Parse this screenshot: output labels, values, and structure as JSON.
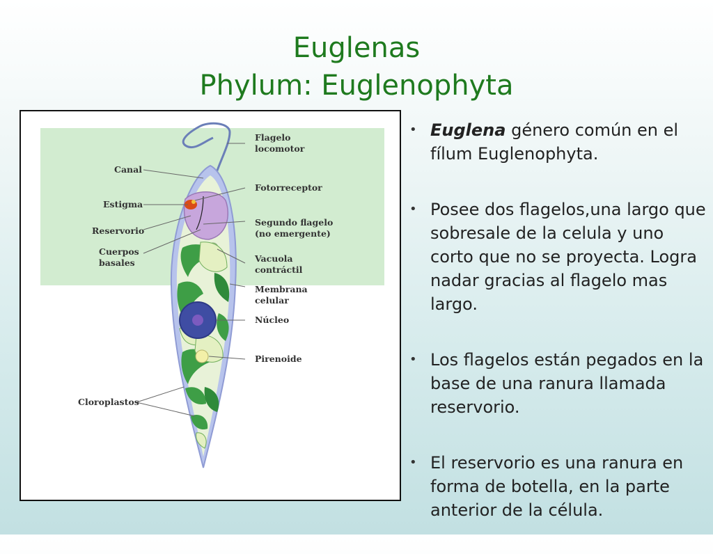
{
  "slide": {
    "title_line1": "Euglenas",
    "title_line2": "Phylum: Euglenophyta"
  },
  "diagram": {
    "labels": {
      "flagelo_locomotor": [
        "Flagelo",
        "locomotor"
      ],
      "canal": "Canal",
      "fotorreceptor": "Fotorreceptor",
      "estigma": "Estigma",
      "reservorio": "Reservorio",
      "segundo_flagelo": [
        "Segundo flagelo",
        "(no emergente)"
      ],
      "cuerpos_basales": [
        "Cuerpos",
        "basales"
      ],
      "vacuola_contractil": [
        "Vacuola",
        "contráctil"
      ],
      "membrana_celular": [
        "Membrana",
        "celular"
      ],
      "nucleo": "Núcleo",
      "pirenoide": "Pirenoide",
      "cloroplastos": "Cloroplastos"
    },
    "colors": {
      "background_panel": "#d2ecd0",
      "cell_membrane": "#b7c3ec",
      "cytoplasm": "#e8f2d8",
      "reservoir": "#c7a6dc",
      "chloroplast": "#3e9e46",
      "chloroplast_light": "#e4f0c2",
      "nucleus": "#3f4da3",
      "stigma": "#d94b16"
    }
  },
  "bullets": [
    {
      "emphasis": "Euglena",
      "text": " género común en el fílum Euglenophyta."
    },
    {
      "emphasis": "",
      "text": "Posee dos flagelos,una largo que sobresale de la celula y uno corto que no se proyecta. Logra nadar gracias al flagelo mas largo."
    },
    {
      "emphasis": "",
      "text": "Los flagelos están pegados en la base de una ranura llamada reservorio."
    },
    {
      "emphasis": "",
      "text": "El reservorio es una ranura en forma de botella, en la parte anterior de la célula."
    }
  ],
  "bullet_symbol": "•"
}
